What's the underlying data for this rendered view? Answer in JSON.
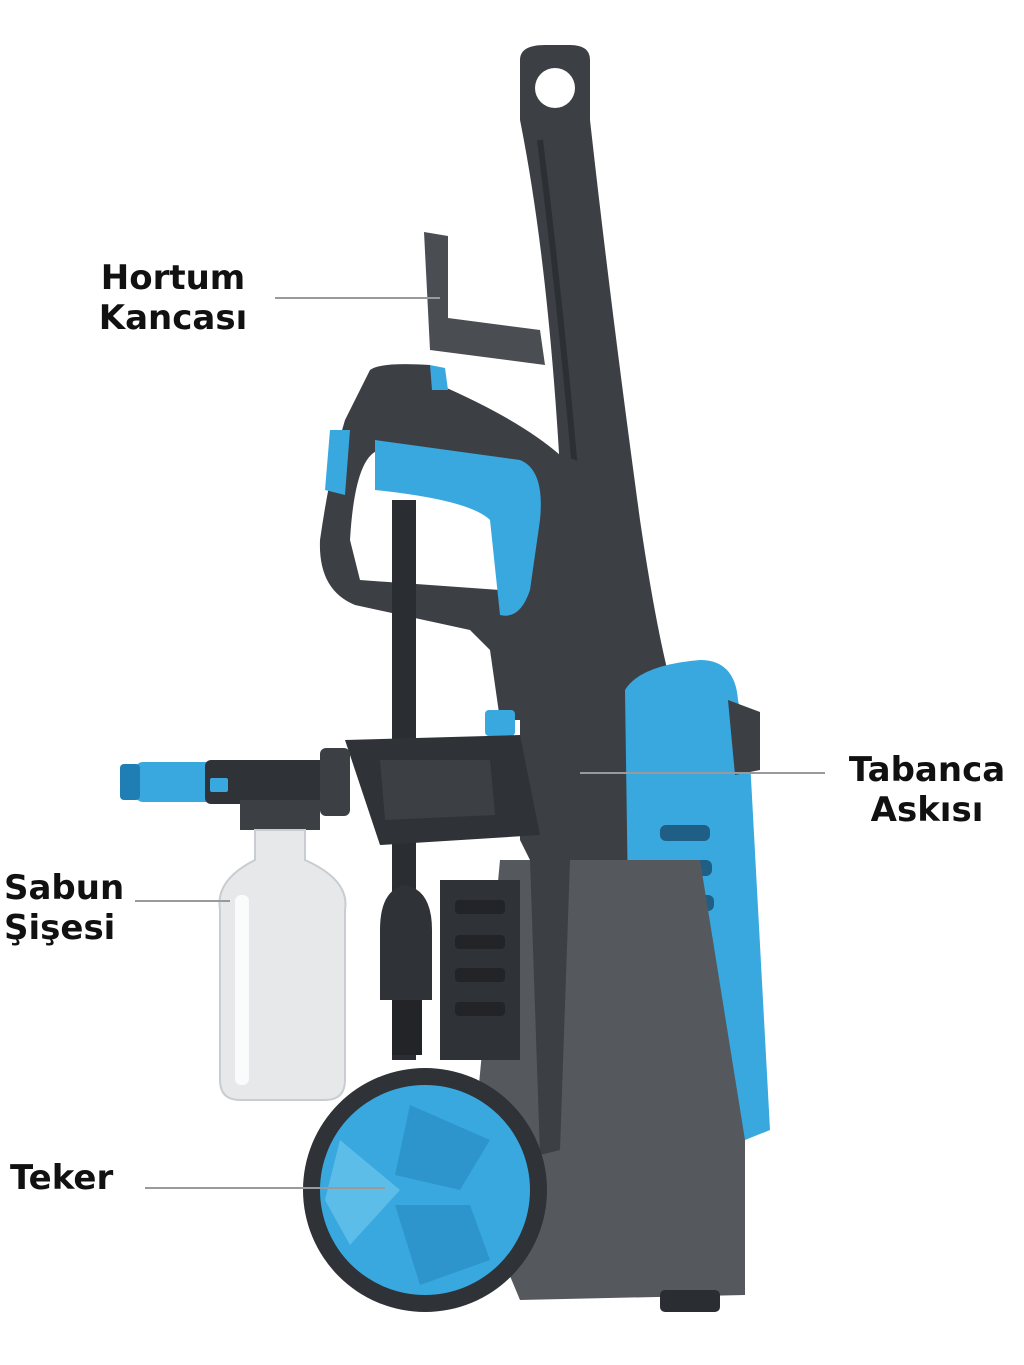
{
  "labels": {
    "hose_hook": [
      "Hortum",
      "Kancası"
    ],
    "gun_holder": [
      "Tabanca",
      "Askısı"
    ],
    "soap_bottle": [
      "Sabun",
      "Şişesi"
    ],
    "wheel": [
      "Teker"
    ]
  },
  "colors": {
    "body_dark": "#3c3f44",
    "body_mid": "#505459",
    "accent_blue": "#38a8df",
    "accent_blue_dark": "#1f7fb5",
    "bottle": "#e6e8ea",
    "leader_line": "#9a9a9a",
    "label_text": "#111111"
  }
}
